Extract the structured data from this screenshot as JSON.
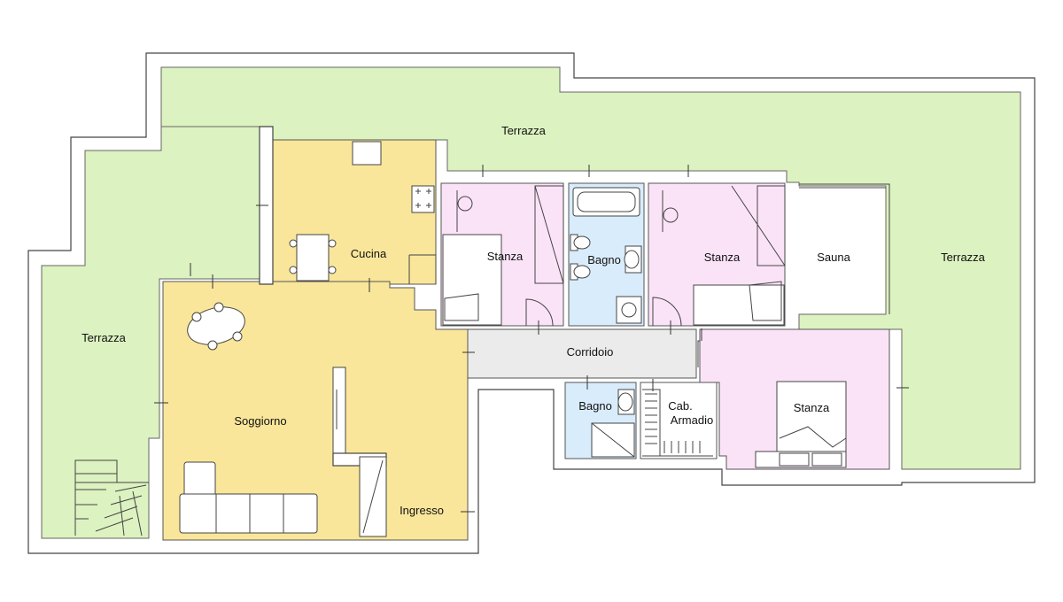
{
  "colors": {
    "terrace": "#dcf2c0",
    "living": "#f9e69a",
    "bedroom": "#fbe3f7",
    "bathroom": "#d9ecfb",
    "corridor": "#ebebeb",
    "wall": "#ffffff"
  },
  "rooms": {
    "terrazza_top": "Terrazza",
    "terrazza_left": "Terrazza",
    "terrazza_right": "Terrazza",
    "cucina": "Cucina",
    "soggiorno": "Soggiorno",
    "stanza_1": "Stanza",
    "bagno_1": "Bagno",
    "stanza_2": "Stanza",
    "sauna": "Sauna",
    "corridoio": "Corridoio",
    "bagno_2": "Bagno",
    "cab_line1": "Cab.",
    "cab_line2": "Armadio",
    "stanza_3": "Stanza",
    "ingresso": "Ingresso"
  },
  "icons": [
    "stair-icon",
    "sofa-icon",
    "dining-table-icon",
    "bed-icon",
    "bathtub-icon",
    "toilet-icon",
    "sink-icon",
    "shower-icon",
    "stove-icon",
    "door-swing-icon",
    "wardrobe-icon"
  ]
}
